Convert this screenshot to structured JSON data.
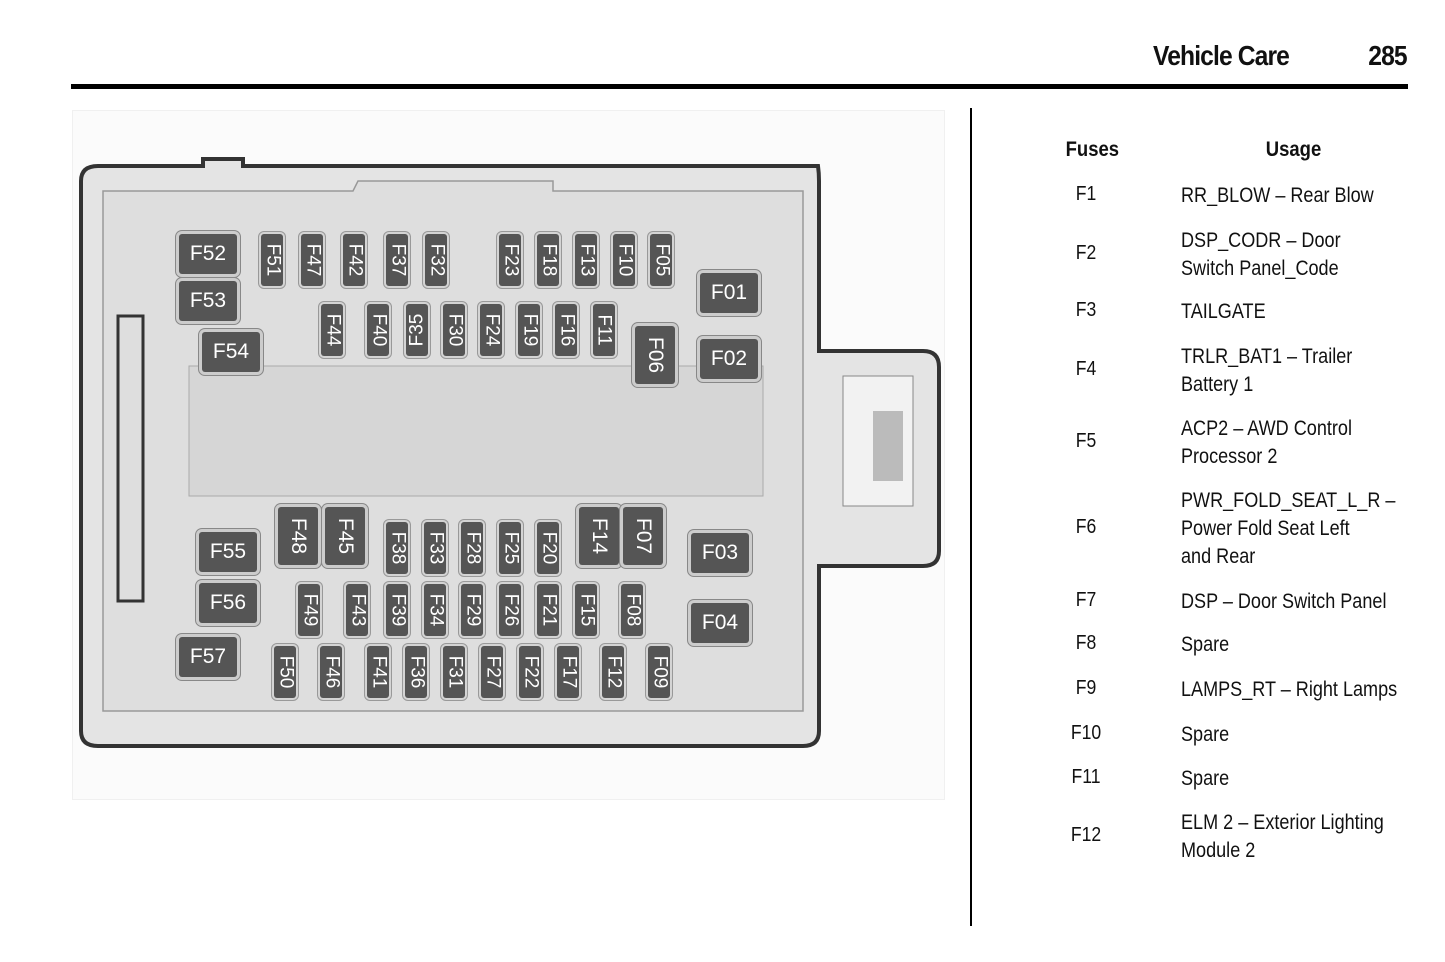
{
  "header": {
    "section": "Vehicle Care",
    "page_number": "285"
  },
  "table": {
    "headers": {
      "fuses": "Fuses",
      "usage": "Usage"
    },
    "rows": [
      {
        "fuse": "F1",
        "usage": [
          "RR_BLOW – Rear Blow"
        ]
      },
      {
        "fuse": "F2",
        "usage": [
          "DSP_CODR – Door",
          "Switch Panel_Code"
        ]
      },
      {
        "fuse": "F3",
        "usage": [
          "TAILGATE"
        ]
      },
      {
        "fuse": "F4",
        "usage": [
          "TRLR_BAT1 – Trailer",
          "Battery 1"
        ]
      },
      {
        "fuse": "F5",
        "usage": [
          "ACP2 – AWD Control",
          "Processor 2"
        ]
      },
      {
        "fuse": "F6",
        "usage": [
          "PWR_FOLD_SEAT_L_R –",
          "Power Fold Seat Left",
          "and Rear"
        ]
      },
      {
        "fuse": "F7",
        "usage": [
          "DSP – Door Switch Panel"
        ]
      },
      {
        "fuse": "F8",
        "usage": [
          "Spare"
        ]
      },
      {
        "fuse": "F9",
        "usage": [
          "LAMPS_RT – Right Lamps"
        ]
      },
      {
        "fuse": "F10",
        "usage": [
          "Spare"
        ]
      },
      {
        "fuse": "F11",
        "usage": [
          "Spare"
        ]
      },
      {
        "fuse": "F12",
        "usage": [
          "ELM 2 – Exterior Lighting",
          "Module 2"
        ]
      }
    ]
  },
  "diagram": {
    "fuses": [
      "F52",
      "F53",
      "F54",
      "F01",
      "F02",
      "F55",
      "F56",
      "F57",
      "F03",
      "F04",
      "F06",
      "F48",
      "F45",
      "F14",
      "F07",
      "F51",
      "F47",
      "F42",
      "F37",
      "F32",
      "F23",
      "F18",
      "F13",
      "F10",
      "F05",
      "F44",
      "F40",
      "F35",
      "F30",
      "F24",
      "F19",
      "F16",
      "F11",
      "F38",
      "F33",
      "F28",
      "F25",
      "F20",
      "F49",
      "F43",
      "F39",
      "F34",
      "F29",
      "F26",
      "F21",
      "F15",
      "F08",
      "F50",
      "F46",
      "F41",
      "F36",
      "F31",
      "F27",
      "F22",
      "F17",
      "F12",
      "F09"
    ]
  }
}
